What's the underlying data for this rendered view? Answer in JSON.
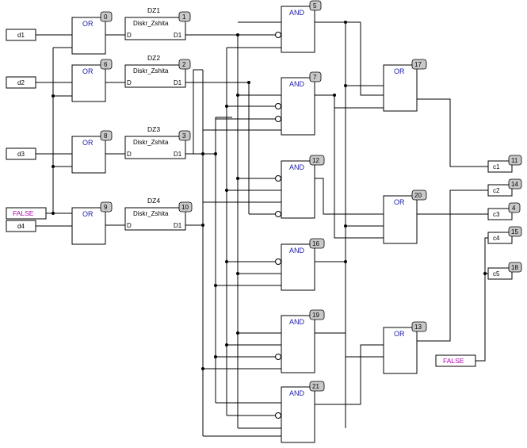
{
  "inputs": [
    {
      "id": "in-d1",
      "label": "d1"
    },
    {
      "id": "in-d2",
      "label": "d2"
    },
    {
      "id": "in-d3",
      "label": "d3"
    },
    {
      "id": "in-false",
      "label": "FALSE"
    },
    {
      "id": "in-d4",
      "label": "d4"
    }
  ],
  "or_gates": [
    {
      "id": "or-0",
      "type": "OR",
      "num": "0"
    },
    {
      "id": "or-6",
      "type": "OR",
      "num": "6"
    },
    {
      "id": "or-8",
      "type": "OR",
      "num": "8"
    },
    {
      "id": "or-9",
      "type": "OR",
      "num": "9"
    }
  ],
  "dz_blocks": [
    {
      "id": "dz-1",
      "title": "DZ1",
      "name": "Diskr_Zshita",
      "in_pin": "D",
      "out_pin": "D1",
      "num": "1"
    },
    {
      "id": "dz-2",
      "title": "DZ2",
      "name": "Diskr_Zshita",
      "in_pin": "D",
      "out_pin": "D1",
      "num": "2"
    },
    {
      "id": "dz-3",
      "title": "DZ3",
      "name": "Diskr_Zshita",
      "in_pin": "D",
      "out_pin": "D1",
      "num": "3"
    },
    {
      "id": "dz-4",
      "title": "DZ4",
      "name": "Diskr_Zshita",
      "in_pin": "D",
      "out_pin": "D1",
      "num": "10"
    }
  ],
  "and_gates": [
    {
      "id": "and-5",
      "type": "AND",
      "num": "5"
    },
    {
      "id": "and-7",
      "type": "AND",
      "num": "7"
    },
    {
      "id": "and-12",
      "type": "AND",
      "num": "12"
    },
    {
      "id": "and-16",
      "type": "AND",
      "num": "16"
    },
    {
      "id": "and-19",
      "type": "AND",
      "num": "19"
    },
    {
      "id": "and-21",
      "type": "AND",
      "num": "21"
    }
  ],
  "out_or_gates": [
    {
      "id": "or-17",
      "type": "OR",
      "num": "17"
    },
    {
      "id": "or-20",
      "type": "OR",
      "num": "20"
    },
    {
      "id": "or-13",
      "type": "OR",
      "num": "13"
    }
  ],
  "outputs": [
    {
      "id": "out-c1",
      "label": "c1",
      "num": "11"
    },
    {
      "id": "out-c2",
      "label": "c2",
      "num": "14"
    },
    {
      "id": "out-c3",
      "label": "c3",
      "num": "4"
    },
    {
      "id": "out-c4",
      "label": "c4",
      "num": "15"
    },
    {
      "id": "out-c5",
      "label": "c5",
      "num": "18"
    }
  ],
  "false_const": {
    "label": "FALSE"
  }
}
